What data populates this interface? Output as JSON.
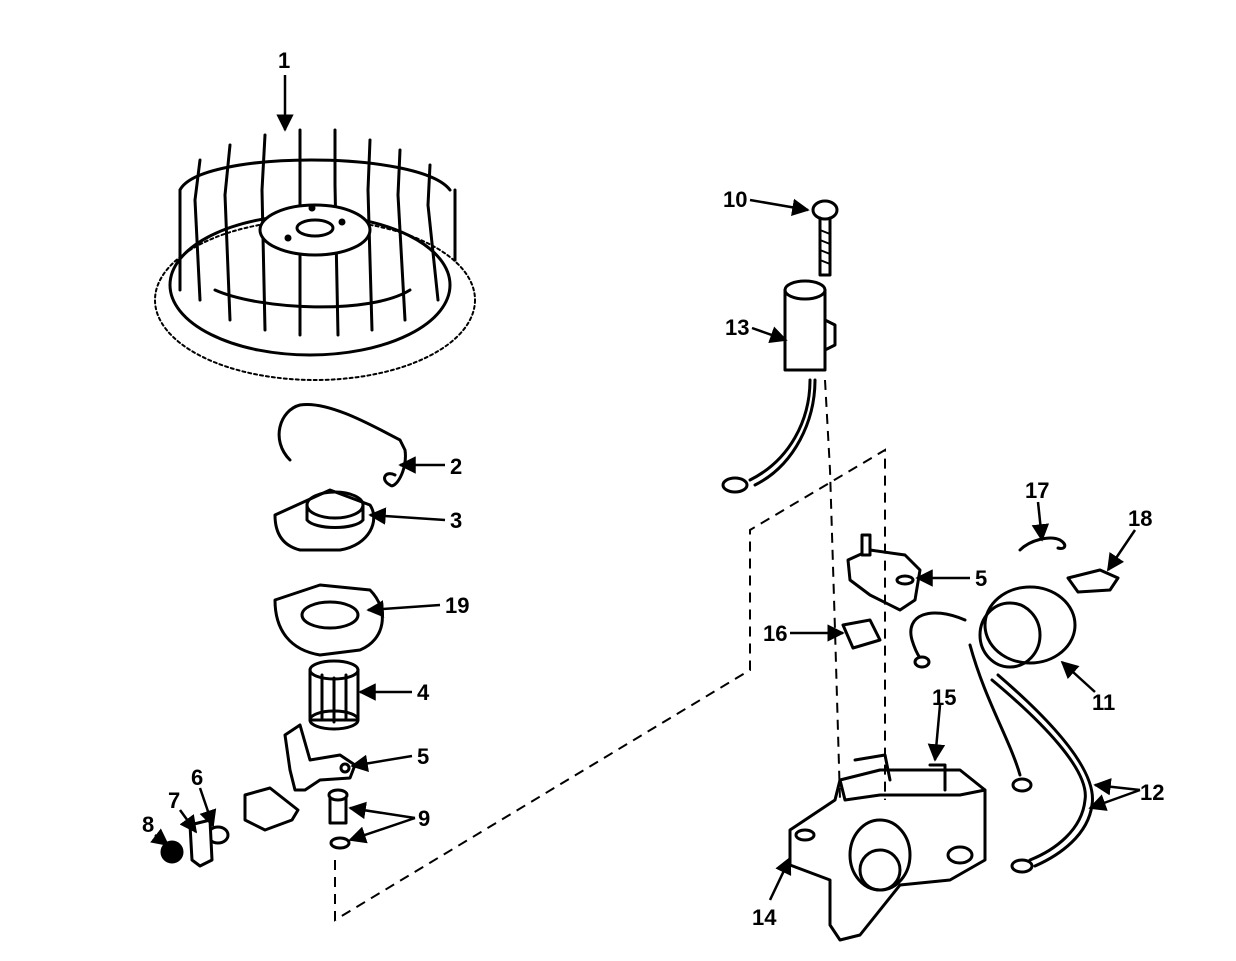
{
  "callouts": {
    "c1": "1",
    "c2": "2",
    "c3": "3",
    "c19": "19",
    "c4": "4",
    "c5a": "5",
    "c6": "6",
    "c7": "7",
    "c8": "8",
    "c9": "9",
    "c10": "10",
    "c13": "13",
    "c5b": "5",
    "c16": "16",
    "c17": "17",
    "c18": "18",
    "c11": "11",
    "c15": "15",
    "c12": "12",
    "c14": "14"
  }
}
